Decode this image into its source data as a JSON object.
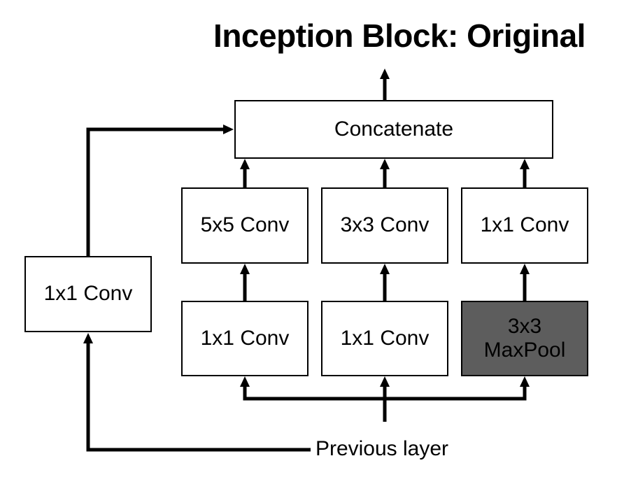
{
  "title": "Inception Block: Original",
  "diagram": {
    "concatenate_label": "Concatenate",
    "row1": [
      {
        "label": "5x5 Conv"
      },
      {
        "label": "3x3 Conv"
      },
      {
        "label": "1x1 Conv"
      }
    ],
    "row2": [
      {
        "label": "1x1 Conv"
      },
      {
        "label": "1x1 Conv"
      },
      {
        "label": "3x3\nMaxPool"
      }
    ],
    "shortcut_label": "1x1 Conv",
    "input_label": "Previous layer",
    "colors": {
      "background": "#ffffff",
      "box_fill": "#ffffff",
      "maxpool_fill": "#5d5d5d",
      "line": "#000000",
      "text": "#000000"
    }
  }
}
